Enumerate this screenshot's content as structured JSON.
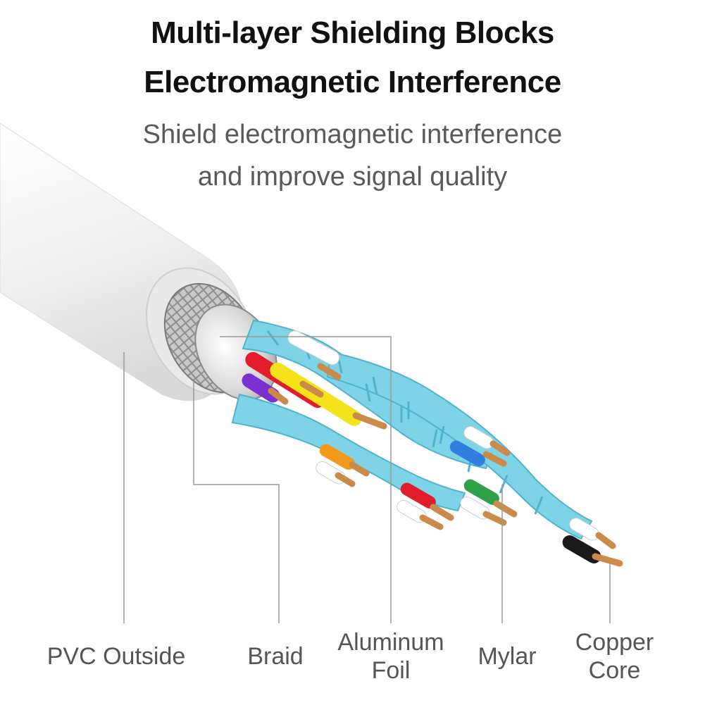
{
  "header": {
    "title_line1": "Multi-layer Shielding Blocks",
    "title_line2": "Electromagnetic Interference",
    "subtitle_line1": "Shield electromagnetic interference",
    "subtitle_line2": "and improve signal quality"
  },
  "labels": {
    "pvc": "PVC Outside",
    "braid": "Braid",
    "foil_line1": "Aluminum",
    "foil_line2": "Foil",
    "mylar": "Mylar",
    "copper_line1": "Copper",
    "copper_line2": "Core"
  },
  "colors": {
    "jacket": "#f2f2f2",
    "mylar": "#7fd3e6",
    "copper": "#c98a4a",
    "leader_line": "#999999"
  }
}
